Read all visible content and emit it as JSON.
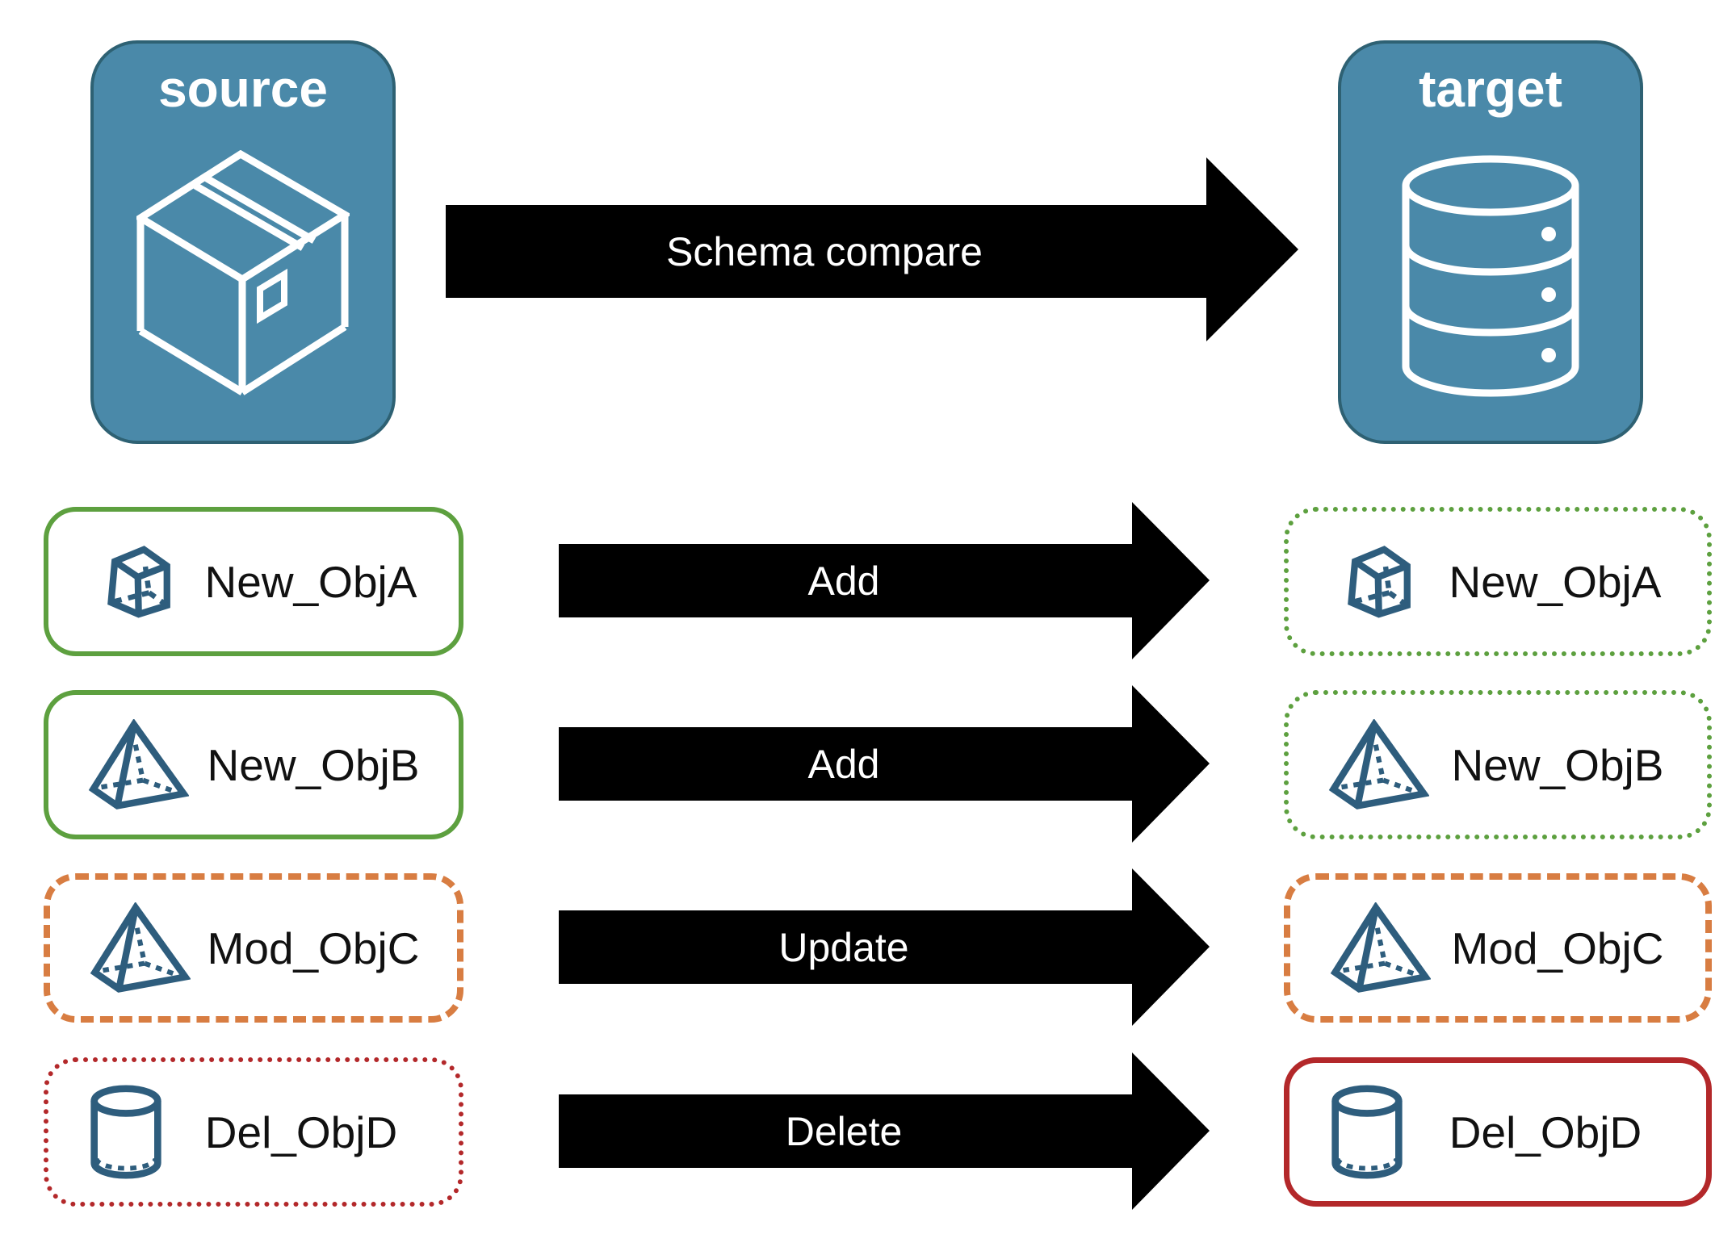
{
  "colors": {
    "panel-fill": "#4a89a9",
    "panel-border": "#2e6173",
    "panel-title": "#ffffff",
    "panel-icon": "#ffffff",
    "schema-fill": "#2d5e80",
    "schema-stroke": "#131f2b",
    "add-fill": "#5a9e3b",
    "add-stroke": "#253f10",
    "update-fill": "#d4793c",
    "update-stroke": "#42210a",
    "delete-fill": "#b12a26",
    "delete-stroke": "#391011",
    "green": "#5da03f",
    "orange": "#d87d42",
    "red": "#b3282a",
    "icon-blue": "#2e5d7d",
    "label-text": "#111111",
    "arrow-text": "#ffffff"
  },
  "source_panel": {
    "title": "source",
    "icon": "package-icon"
  },
  "target_panel": {
    "title": "target",
    "icon": "database-icon"
  },
  "compare_arrow": {
    "label": "Schema compare"
  },
  "rows": [
    {
      "source": {
        "label": "New_ObjA",
        "icon": "cube-icon",
        "border": "green-solid"
      },
      "action": {
        "label": "Add",
        "type": "add"
      },
      "target": {
        "label": "New_ObjA",
        "icon": "cube-icon",
        "border": "green-dotted"
      }
    },
    {
      "source": {
        "label": "New_ObjB",
        "icon": "pyramid-icon",
        "border": "green-solid"
      },
      "action": {
        "label": "Add",
        "type": "add"
      },
      "target": {
        "label": "New_ObjB",
        "icon": "pyramid-icon",
        "border": "green-dotted"
      }
    },
    {
      "source": {
        "label": "Mod_ObjC",
        "icon": "pyramid-icon",
        "border": "orange-dashed"
      },
      "action": {
        "label": "Update",
        "type": "update"
      },
      "target": {
        "label": "Mod_ObjC",
        "icon": "pyramid-icon",
        "border": "orange-dashed"
      }
    },
    {
      "source": {
        "label": "Del_ObjD",
        "icon": "cylinder-icon",
        "border": "red-dotted"
      },
      "action": {
        "label": "Delete",
        "type": "delete"
      },
      "target": {
        "label": "Del_ObjD",
        "icon": "cylinder-icon",
        "border": "red-solid"
      }
    }
  ]
}
